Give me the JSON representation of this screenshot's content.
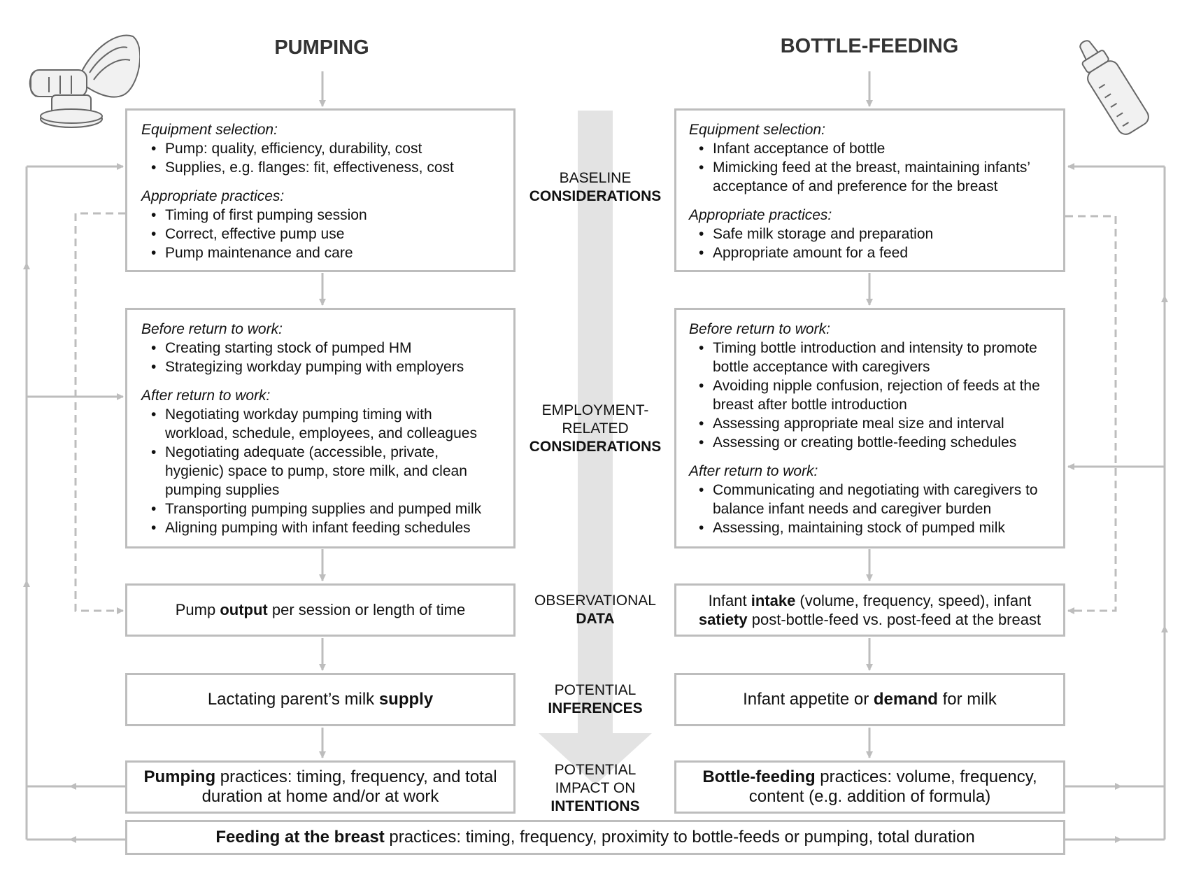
{
  "pumping": {
    "title": "PUMPING",
    "baseline": {
      "equipment_heading": "Equipment selection:",
      "equipment_items": [
        "Pump: quality, efficiency, durability, cost",
        "Supplies, e.g. flanges: fit, effectiveness, cost"
      ],
      "practices_heading": "Appropriate practices:",
      "practices_items": [
        "Timing of first pumping session",
        "Correct, effective pump use",
        "Pump maintenance and care"
      ]
    },
    "employment": {
      "before_heading": "Before return to work:",
      "before_items": [
        "Creating starting stock of pumped HM",
        "Strategizing workday pumping with employers"
      ],
      "after_heading": "After return to work:",
      "after_items": [
        "Negotiating workday pumping timing with workload, schedule, employees, and colleagues",
        "Negotiating adequate (accessible, private, hygienic) space to pump, store milk, and clean pumping supplies",
        "Transporting pumping supplies and pumped milk",
        "Aligning pumping with infant feeding schedules"
      ]
    },
    "observational": {
      "pre": "Pump ",
      "bold": "output",
      "post": " per session or length of time"
    },
    "inference": {
      "pre": "Lactating parent’s milk ",
      "bold": "supply",
      "post": ""
    },
    "intentions": {
      "pre": "",
      "bold": "Pumping",
      "post": " practices: timing, frequency, and total duration at home and/or at work"
    }
  },
  "bottle": {
    "title": "BOTTLE-FEEDING",
    "baseline": {
      "equipment_heading": "Equipment selection:",
      "equipment_items": [
        "Infant acceptance of bottle",
        "Mimicking feed at the breast, maintaining infants’ acceptance of and preference for the breast"
      ],
      "practices_heading": "Appropriate practices:",
      "practices_items": [
        "Safe milk storage and preparation",
        "Appropriate amount for a feed"
      ]
    },
    "employment": {
      "before_heading": "Before return to work:",
      "before_items": [
        "Timing bottle introduction and intensity to promote bottle acceptance with caregivers",
        "Avoiding nipple confusion, rejection of feeds at the breast after bottle introduction",
        "Assessing appropriate meal size and interval",
        "Assessing or creating bottle-feeding schedules"
      ],
      "after_heading": "After return to work:",
      "after_items": [
        "Communicating and negotiating with caregivers to balance infant needs and caregiver burden",
        "Assessing, maintaining stock of pumped milk"
      ]
    },
    "observational": {
      "pre": "Infant ",
      "bold": "intake",
      "mid": " (volume, frequency, speed), infant ",
      "bold2": "satiety",
      "post": " post-bottle-feed vs. post-feed at the breast"
    },
    "inference": {
      "pre": "Infant appetite or ",
      "bold": "demand",
      "post": " for milk"
    },
    "intentions": {
      "pre": "",
      "bold": "Bottle-feeding",
      "post": " practices: volume, frequency, content (e.g. addition of formula)"
    }
  },
  "breast": {
    "bold": "Feeding at the breast",
    "post": " practices: timing, frequency, proximity to bottle-feeds or pumping, total duration"
  },
  "stages": {
    "baseline": {
      "line1": "BASELINE",
      "line2": "CONSIDERATIONS"
    },
    "employment": {
      "line1": "EMPLOYMENT-",
      "line1b": "RELATED",
      "line2": "CONSIDERATIONS"
    },
    "observational": {
      "line1": "OBSERVATIONAL",
      "line2": "DATA"
    },
    "inferences": {
      "line1": "POTENTIAL",
      "line2": "INFERENCES"
    },
    "intentions": {
      "line1": "POTENTIAL",
      "line1b": "IMPACT ON",
      "line2": "INTENTIONS"
    }
  },
  "colors": {
    "line": "#bdbdbd",
    "center_arrow": "#e3e3e3"
  },
  "icons": [
    "breast-pump-illustration",
    "baby-bottle-illustration"
  ]
}
